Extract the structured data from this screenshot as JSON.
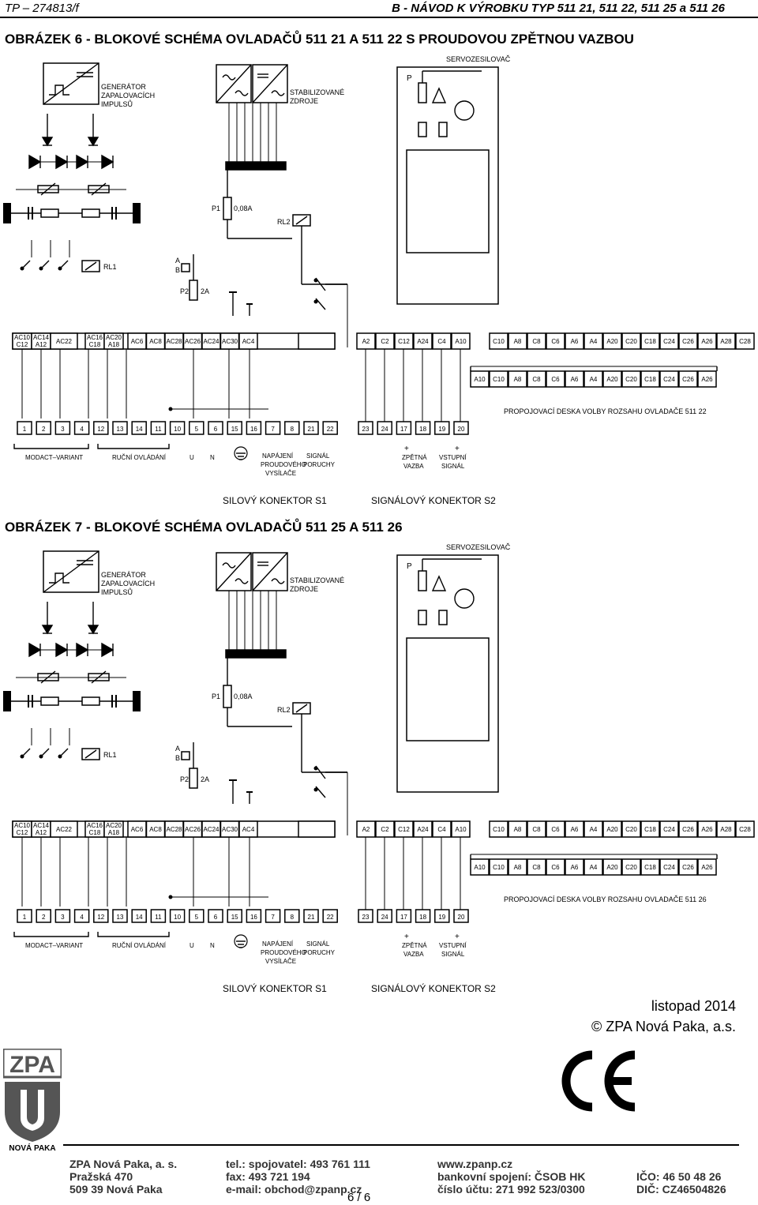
{
  "header": {
    "left": "TP – 274813/f",
    "right": "B - NÁVOD K VÝROBKU    TYP 511 21, 511 22, 511 25 a 511 26"
  },
  "figures": [
    {
      "title": "OBRÁZEK 6 - BLOKOVÉ SCHÉMA OVLADAČŮ 511 21 A 511 22 S PROUDOVOU ZPĚTNOU VAZBOU",
      "board_label": "PROPOJOVACÍ DESKA VOLBY ROZSAHU OVLADAČE 511 22"
    },
    {
      "title": "OBRÁZEK 7 - BLOKOVÉ SCHÉMA OVLADAČŮ 511 25 A 511 26",
      "board_label": "PROPOJOVACÍ DESKA VOLBY ROZSAHU OVLADAČE 511 26"
    }
  ],
  "schema": {
    "generator": [
      "GENERÁTOR",
      "ZAPALOVACÍCH",
      "IMPULSŮ"
    ],
    "supplies": [
      "STABILIZOVANÉ",
      "ZDROJE"
    ],
    "servo": "SERVOZESILOVAČ",
    "p": "P",
    "p1": "P1",
    "p1_value": "0,08A",
    "rl2": "RL2",
    "rl1": "RL1",
    "a": "A",
    "b": "B",
    "p2": "P2",
    "p2_value": "2A",
    "row1_left": [
      "AC6",
      "AC8",
      "AC28",
      "AC26",
      "AC24",
      "AC30",
      "AC4"
    ],
    "row1_pairs": [
      [
        "AC10",
        "C12"
      ],
      [
        "AC14",
        "A12"
      ],
      [
        "AC22",
        ""
      ],
      [
        "AC16",
        "C18"
      ],
      [
        "AC20",
        "A18"
      ]
    ],
    "row1_mid": [
      "A2",
      "C2"
    ],
    "row1_right": [
      "A2",
      "C2",
      "C12",
      "A24",
      "C4",
      "A10",
      "C10",
      "A8",
      "C8",
      "C6",
      "A6",
      "A4",
      "A20",
      "C20",
      "C18",
      "C24",
      "C26",
      "A26",
      "A28",
      "C28"
    ],
    "row2": [
      "A10",
      "C10",
      "A8",
      "C8",
      "C6",
      "A6",
      "A4",
      "A20",
      "C20",
      "C18",
      "C24",
      "C26",
      "A26"
    ],
    "terminals_s1": [
      "1",
      "2",
      "3",
      "4",
      "12",
      "13",
      "14",
      "11",
      "10",
      "5",
      "6",
      "15",
      "16",
      "7",
      "8",
      "21",
      "22"
    ],
    "terminals_s2": [
      "23",
      "24",
      "17",
      "18",
      "19",
      "20"
    ],
    "groups": {
      "modact": "MODACT–VARIANT",
      "manual": "RUČNÍ OVLÁDÁNÍ",
      "u": "U",
      "n": "N",
      "supply": [
        "NAPÁJENÍ",
        "PROUDOVÉHO",
        "VYSÍLAČE"
      ],
      "fault": [
        "SIGNÁL",
        "PORUCHY"
      ],
      "feedback": [
        "ZPĚTNÁ",
        "VAZBA"
      ],
      "input": [
        "VSTUPNÍ",
        "SIGNÁL"
      ],
      "plus": "+"
    },
    "connector_s1": "SILOVÝ KONEKTOR S1",
    "connector_s2": "SIGNÁLOVÝ KONEKTOR S2"
  },
  "footer": {
    "date": "listopad 2014",
    "copyright": "© ZPA Nová Paka, a.s.",
    "logo_text": "ZPA",
    "logo_sub": "NOVÁ PAKA",
    "ce_mark": "CE",
    "col1": [
      "ZPA Nová Paka, a. s.",
      "Pražská 470",
      "509 39  Nová Paka"
    ],
    "col2": [
      "tel.: spojovatel: 493 761 111",
      "fax: 493 721 194",
      "e-mail: obchod@zpanp.cz"
    ],
    "col3": [
      "www.zpanp.cz",
      "bankovní spojení: ČSOB HK",
      "číslo účtu: 271 992 523/0300"
    ],
    "col4": [
      "IČO: 46 50 48 26",
      "DIČ: CZ46504826"
    ],
    "page": "6 / 6"
  }
}
